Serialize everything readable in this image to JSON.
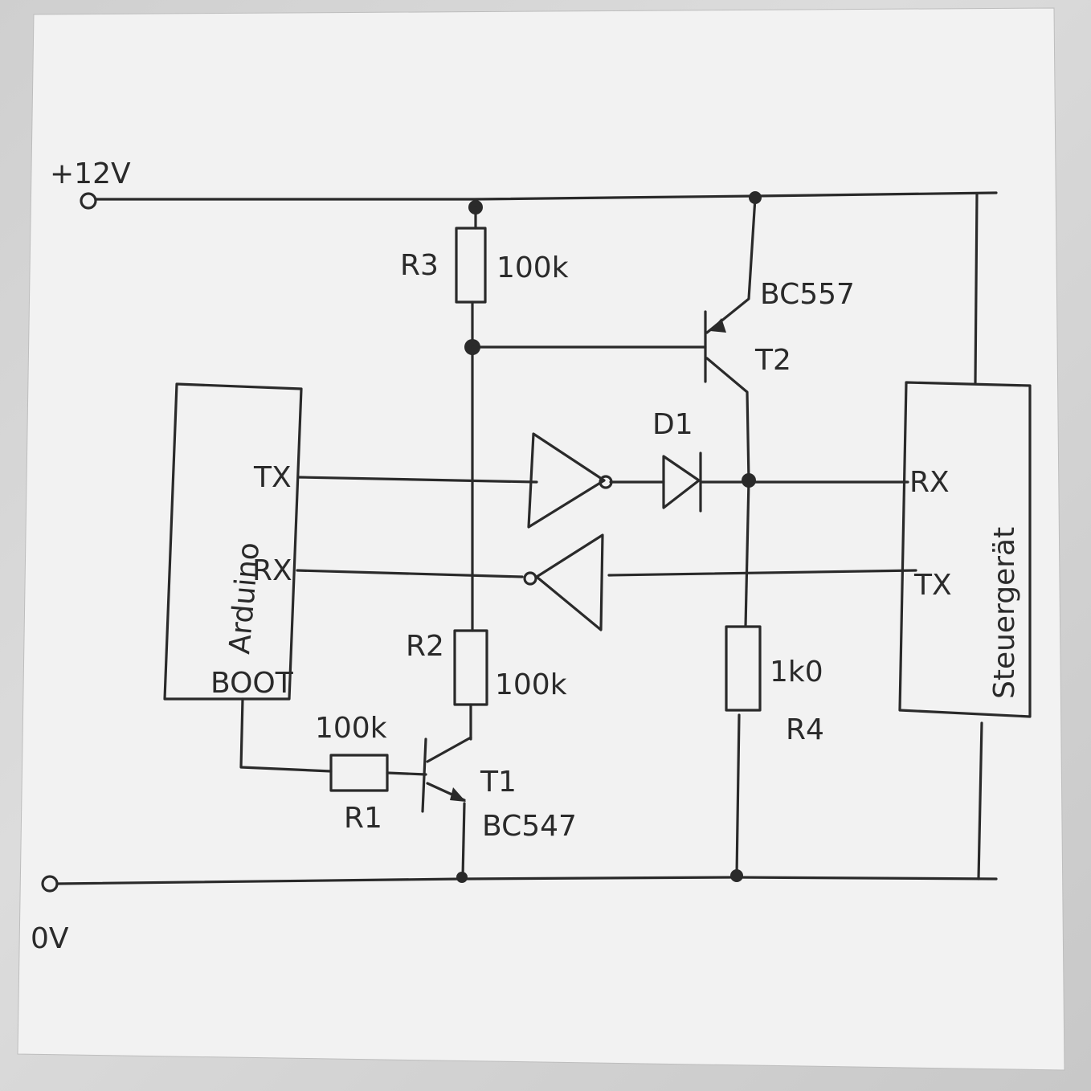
{
  "rails": {
    "plus": "+12V",
    "ground": "0V"
  },
  "components": {
    "R3": {
      "name": "R3",
      "value": "100k"
    },
    "R2": {
      "name": "R2",
      "value": "100k"
    },
    "R1": {
      "name": "R1",
      "value": "100k"
    },
    "R4": {
      "name": "R4",
      "value": "1k0"
    },
    "T1": {
      "name": "T1",
      "part": "BC547"
    },
    "T2": {
      "name": "T2",
      "part": "BC557"
    },
    "D1": {
      "name": "D1"
    }
  },
  "arduino": {
    "title": "Arduino",
    "tx": "TX",
    "rx": "RX",
    "boot": "BOOT"
  },
  "device": {
    "title": "Steuergerät",
    "rx": "RX",
    "tx": "TX"
  },
  "colors": {
    "ink": "#2a2a2a",
    "paper": "#f2f2f2",
    "background": "#cfcfcf"
  }
}
